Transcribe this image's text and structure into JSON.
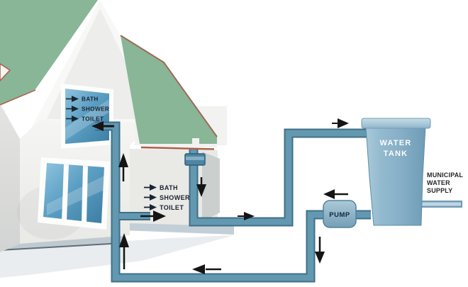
{
  "diagram": {
    "type": "water-supply-system",
    "labels": {
      "upper_bathroom": {
        "items": [
          "BATH",
          "SHOWER",
          "TOILET"
        ]
      },
      "lower_bathroom": {
        "items": [
          "BATH",
          "SHOWER",
          "TOILET"
        ]
      },
      "tank": {
        "line1": "WATER",
        "line2": "TANK"
      },
      "pump": {
        "label": "PUMP"
      },
      "municipal": {
        "line1": "MUNICIPAL",
        "line2": "WATER",
        "line3": "SUPPLY"
      }
    },
    "flow_arrows": [
      {
        "location": "upper-bathroom-inlet",
        "direction": "left"
      },
      {
        "location": "house-riser-upper",
        "direction": "up"
      },
      {
        "location": "house-riser-lower",
        "direction": "up"
      },
      {
        "location": "lower-bathroom-inlet",
        "direction": "right"
      },
      {
        "location": "roof-downpipe",
        "direction": "down"
      },
      {
        "location": "rain-pipe-to-tank",
        "direction": "right"
      },
      {
        "location": "tank-top-inlet",
        "direction": "right"
      },
      {
        "location": "pump-outlet",
        "direction": "left"
      },
      {
        "location": "pump-drop-pipe",
        "direction": "down"
      },
      {
        "location": "return-pipe-to-house",
        "direction": "left"
      }
    ],
    "colors": {
      "roof_green": "#88B697",
      "eave_red": "#AE5E4C",
      "pipe_teal": "#6398B1",
      "pipe_outline": "#406F88",
      "tank_blue": "#86AEC6",
      "pump_blue": "#8FB4C8",
      "municipal_pipe": "#BFD6E2",
      "window_blue": "#5C9FC4",
      "wall_white": "#F0F0EE",
      "arrow_black": "#151515"
    }
  }
}
